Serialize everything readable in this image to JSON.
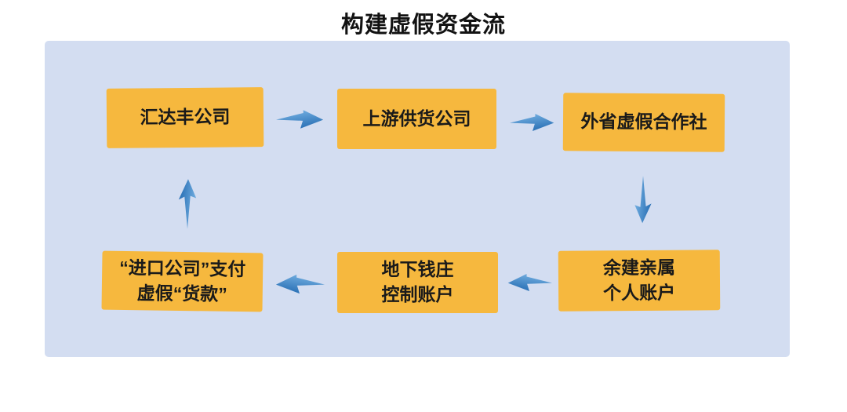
{
  "title": "构建虚假资金流",
  "colors": {
    "page_bg": "#ffffff",
    "panel_bg": "#d3ddf1",
    "node_bg": "#f6b83e",
    "node_text": "#1a1a1a",
    "title_text": "#121212",
    "arrow_blue_light": "#7fb9e8",
    "arrow_blue_dark": "#2e74b8"
  },
  "nodes": [
    {
      "id": "huidafeng-company",
      "lines": [
        "汇达丰公司"
      ]
    },
    {
      "id": "upstream-supplier",
      "lines": [
        "上游供货公司"
      ]
    },
    {
      "id": "out-province-fake-coop",
      "lines": [
        "外省虚假合作社"
      ]
    },
    {
      "id": "import-company-fake-payment",
      "lines": [
        "“进口公司”支付",
        "虚假“货款”"
      ]
    },
    {
      "id": "underground-bank-accounts",
      "lines": [
        "地下钱庄",
        "控制账户"
      ]
    },
    {
      "id": "yujian-relatives-accounts",
      "lines": [
        "余建亲属",
        "个人账户"
      ]
    }
  ],
  "arrows": [
    {
      "from": "huidafeng-company",
      "to": "upstream-supplier",
      "direction": "right"
    },
    {
      "from": "upstream-supplier",
      "to": "out-province-fake-coop",
      "direction": "right"
    },
    {
      "from": "out-province-fake-coop",
      "to": "yujian-relatives-accounts",
      "direction": "down"
    },
    {
      "from": "yujian-relatives-accounts",
      "to": "underground-bank-accounts",
      "direction": "left"
    },
    {
      "from": "underground-bank-accounts",
      "to": "import-company-fake-payment",
      "direction": "left"
    },
    {
      "from": "import-company-fake-payment",
      "to": "huidafeng-company",
      "direction": "up"
    }
  ]
}
